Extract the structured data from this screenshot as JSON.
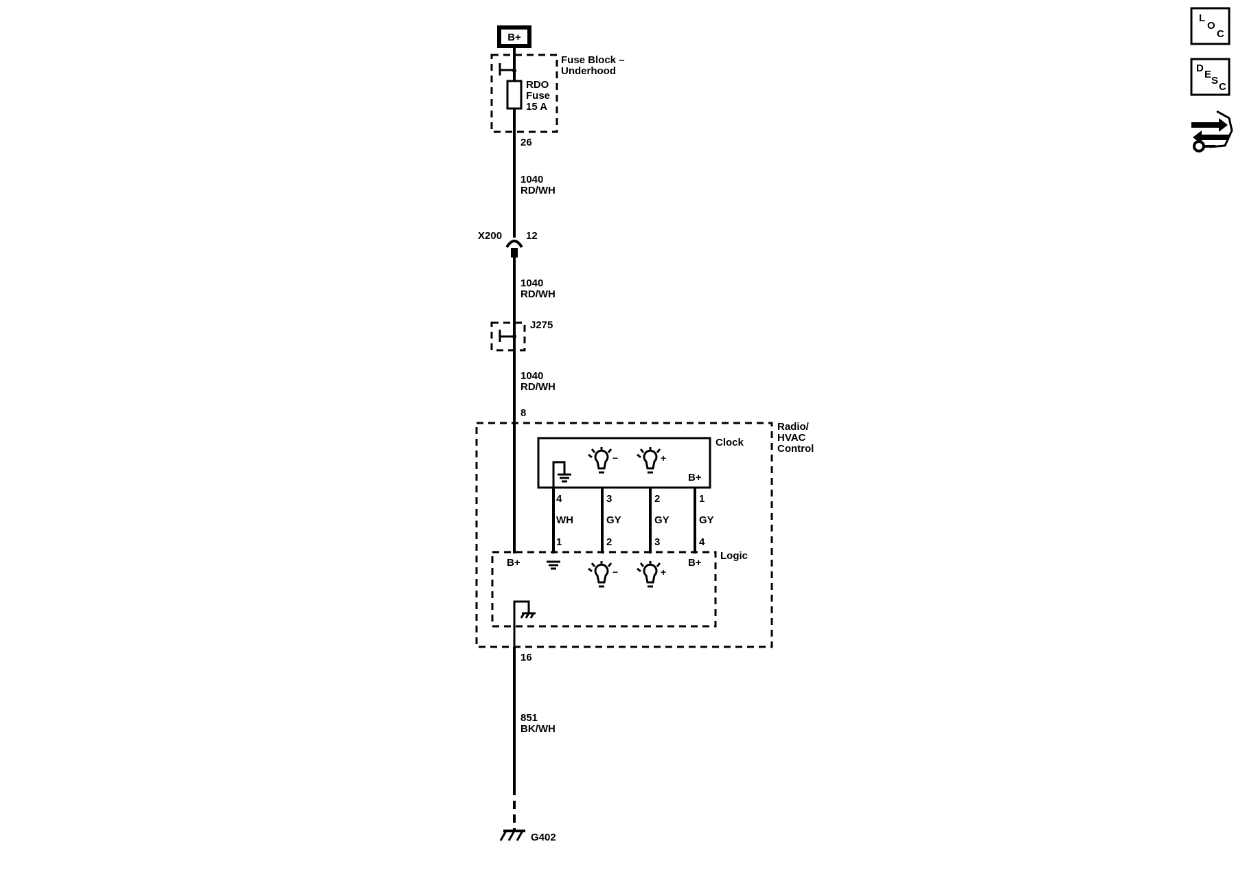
{
  "power_source": {
    "label": "B+"
  },
  "fuse_block": {
    "name_line1": "Fuse Block –",
    "name_line2": "Underhood",
    "fuse_line1": "RDO",
    "fuse_line2": "Fuse",
    "fuse_line3": "15 A",
    "pin": "26"
  },
  "wire_segment_1": {
    "circuit": "1040",
    "color": "RD/WH"
  },
  "connector_x200": {
    "name": "X200",
    "pin": "12"
  },
  "wire_segment_2": {
    "circuit": "1040",
    "color": "RD/WH"
  },
  "splice": {
    "name": "J275"
  },
  "wire_segment_3": {
    "circuit": "1040",
    "color": "RD/WH"
  },
  "radio_module": {
    "name_line1": "Radio/",
    "name_line2": "HVAC",
    "name_line3": "Control",
    "input_pin": "8",
    "ground_pin": "16",
    "clock": {
      "name": "Clock",
      "bplus": "B+",
      "pins": [
        "4",
        "3",
        "2",
        "1"
      ]
    },
    "harness_colors": [
      "WH",
      "GY",
      "GY",
      "GY"
    ],
    "logic": {
      "name": "Logic",
      "bplus_left": "B+",
      "bplus_right": "B+",
      "pins": [
        "1",
        "2",
        "3",
        "4"
      ]
    },
    "lamp_minus": "−",
    "lamp_plus": "+"
  },
  "wire_segment_4": {
    "circuit": "851",
    "color": "BK/WH"
  },
  "ground": {
    "name": "G402"
  },
  "side_icons": {
    "loc_top": "L",
    "loc_mid": "O",
    "loc_bot": "C",
    "desc_top": "D",
    "desc_mid": "E",
    "desc_s": "S",
    "desc_bot": "C",
    "service_icon": "arrows-wrench-icon"
  }
}
